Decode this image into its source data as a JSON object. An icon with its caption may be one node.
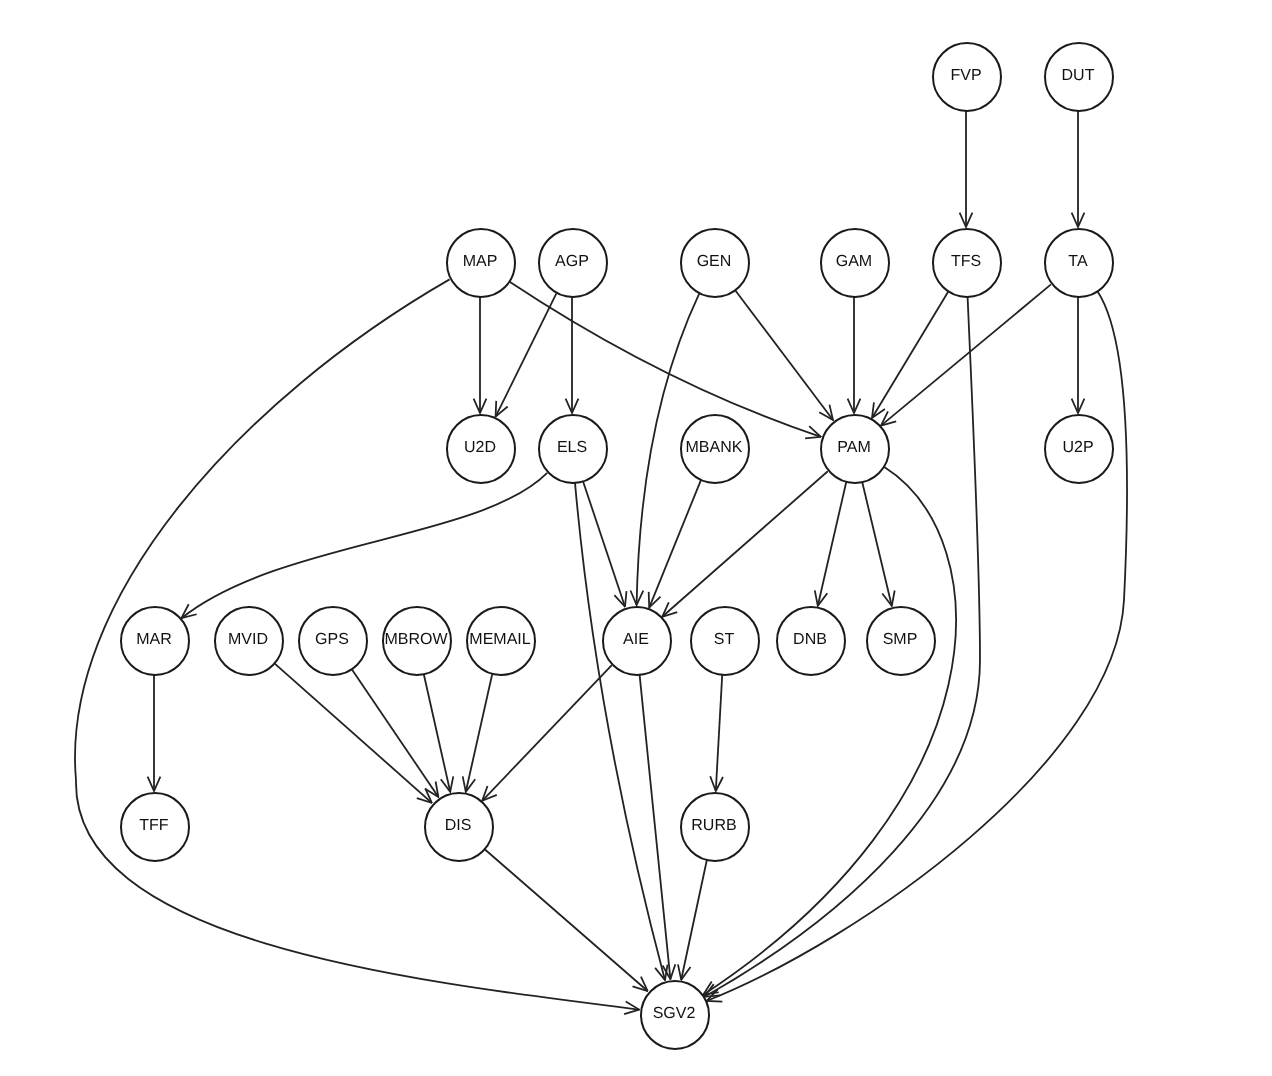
{
  "diagram": {
    "nodes": [
      {
        "text": [
          "FVP"
        ]
      },
      {
        "text": [
          "DUT"
        ]
      },
      {
        "text": [
          "MAP"
        ]
      },
      {
        "text": [
          "AGP"
        ]
      },
      {
        "text": [
          "GEN"
        ]
      },
      {
        "text": [
          "GAM"
        ]
      },
      {
        "text": [
          "TFS"
        ]
      },
      {
        "text": [
          "TA"
        ]
      },
      {
        "text": [
          "U2D"
        ]
      },
      {
        "text": [
          "ELS"
        ]
      },
      {
        "text": [
          "MBANK"
        ]
      },
      {
        "text": [
          "PAM"
        ]
      },
      {
        "text": [
          "U2P"
        ]
      },
      {
        "text": [
          "MAR"
        ]
      },
      {
        "text": [
          "MVID"
        ]
      },
      {
        "text": [
          "GPS"
        ]
      },
      {
        "text": [
          "MBROW"
        ]
      },
      {
        "text": [
          "MEMAIL"
        ]
      },
      {
        "text": [
          "AIE"
        ]
      },
      {
        "text": [
          "ST"
        ]
      },
      {
        "text": [
          "DNB"
        ]
      },
      {
        "text": [
          "SMP"
        ]
      },
      {
        "text": [
          "TFF"
        ]
      },
      {
        "text": [
          "DIS"
        ]
      },
      {
        "text": [
          "RURB"
        ]
      },
      {
        "text": [
          "SGV2"
        ]
      }
    ],
    "edges": [
      {
        "from": 0,
        "to": 6,
        "arrow": "to"
      },
      {
        "from": 1,
        "to": 7,
        "arrow": "to"
      },
      {
        "from": 2,
        "to": 8,
        "arrow": "to"
      },
      {
        "from": 2,
        "to": 11,
        "arrow": "to"
      },
      {
        "from": 2,
        "to": 25,
        "arrow": "to"
      },
      {
        "from": 3,
        "to": 8,
        "arrow": "to"
      },
      {
        "from": 3,
        "to": 9,
        "arrow": "to"
      },
      {
        "from": 4,
        "to": 11,
        "arrow": "to"
      },
      {
        "from": 4,
        "to": 18,
        "arrow": "to"
      },
      {
        "from": 5,
        "to": 11,
        "arrow": "to"
      },
      {
        "from": 6,
        "to": 11,
        "arrow": "to"
      },
      {
        "from": 6,
        "to": 25,
        "arrow": "to"
      },
      {
        "from": 7,
        "to": 11,
        "arrow": "to"
      },
      {
        "from": 7,
        "to": 12,
        "arrow": "to"
      },
      {
        "from": 7,
        "to": 25,
        "arrow": "to"
      },
      {
        "from": 9,
        "to": 13,
        "arrow": "to"
      },
      {
        "from": 9,
        "to": 18,
        "arrow": "to"
      },
      {
        "from": 9,
        "to": 25,
        "arrow": "to"
      },
      {
        "from": 10,
        "to": 18,
        "arrow": "to"
      },
      {
        "from": 11,
        "to": 18,
        "arrow": "to"
      },
      {
        "from": 11,
        "to": 20,
        "arrow": "to"
      },
      {
        "from": 11,
        "to": 21,
        "arrow": "to"
      },
      {
        "from": 11,
        "to": 25,
        "arrow": "to"
      },
      {
        "from": 13,
        "to": 22,
        "arrow": "to"
      },
      {
        "from": 14,
        "to": 23,
        "arrow": "to"
      },
      {
        "from": 15,
        "to": 23,
        "arrow": "to"
      },
      {
        "from": 16,
        "to": 23,
        "arrow": "to"
      },
      {
        "from": 17,
        "to": 23,
        "arrow": "to"
      },
      {
        "from": 18,
        "to": 23,
        "arrow": "to"
      },
      {
        "from": 18,
        "to": 25,
        "arrow": "to"
      },
      {
        "from": 19,
        "to": 24,
        "arrow": "to"
      },
      {
        "from": 24,
        "to": 25,
        "arrow": "to"
      },
      {
        "from": 23,
        "to": 25,
        "arrow": "to"
      }
    ]
  }
}
